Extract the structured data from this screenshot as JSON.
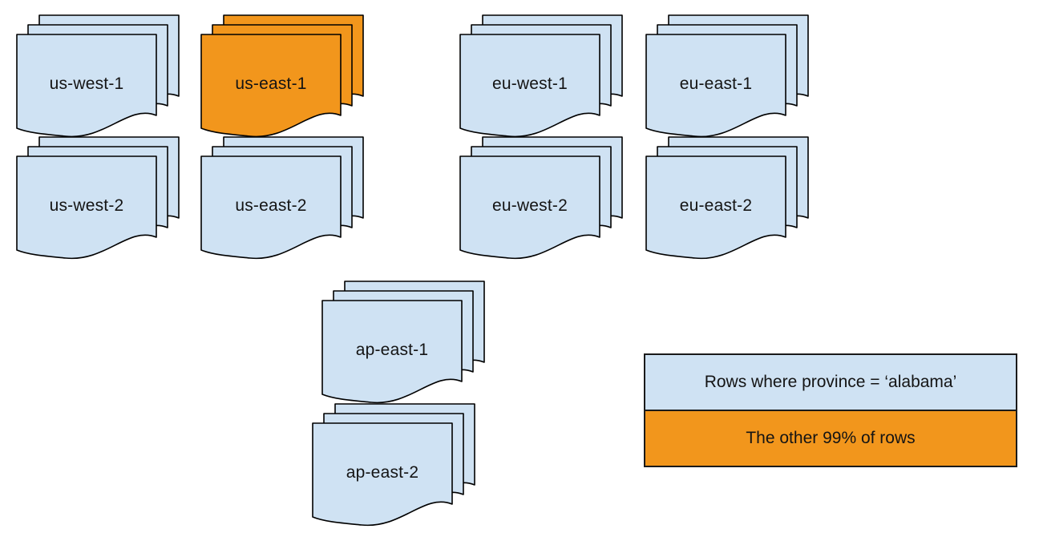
{
  "colors": {
    "blue": "#cfe2f3",
    "orange": "#f2961c",
    "stroke": "#000000",
    "text": "#141414"
  },
  "stacks": [
    {
      "label": "us-west-1",
      "variant": "normal"
    },
    {
      "label": "us-east-1",
      "variant": "highlighted"
    },
    {
      "label": "eu-west-1",
      "variant": "normal"
    },
    {
      "label": "eu-east-1",
      "variant": "normal"
    },
    {
      "label": "us-west-2",
      "variant": "normal"
    },
    {
      "label": "us-east-2",
      "variant": "normal"
    },
    {
      "label": "eu-west-2",
      "variant": "normal"
    },
    {
      "label": "eu-east-2",
      "variant": "normal"
    },
    {
      "label": "ap-east-1",
      "variant": "normal"
    },
    {
      "label": "ap-east-2",
      "variant": "normal"
    }
  ],
  "legend": {
    "items": [
      {
        "label": "Rows where province = ‘alabama’",
        "variant": "normal"
      },
      {
        "label": "The other 99% of rows",
        "variant": "highlighted"
      }
    ]
  }
}
